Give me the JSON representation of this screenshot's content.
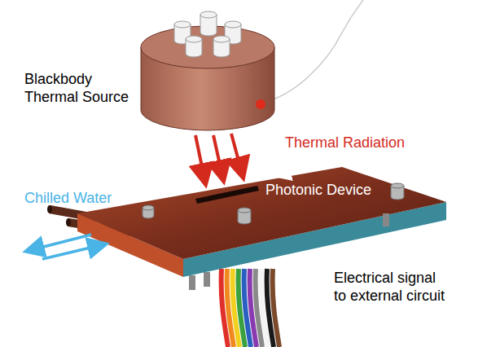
{
  "diagram": {
    "labels": [
      "Blackbody Thermal Source",
      "Thermal Radiation",
      "Photonic Device",
      "Chilled Water",
      "Electrical signal to external circuit"
    ]
  }
}
